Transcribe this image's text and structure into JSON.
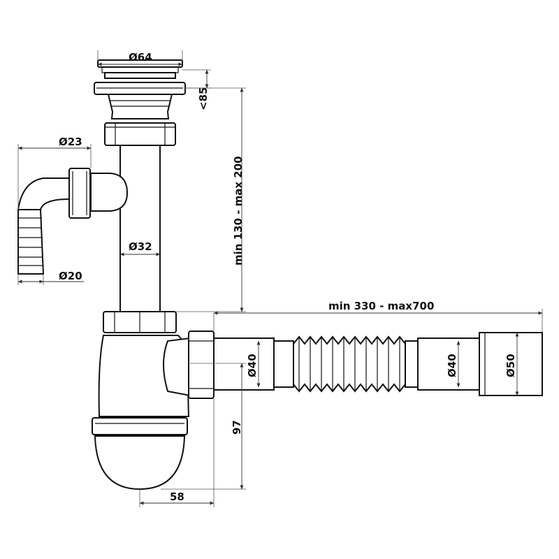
{
  "dimensions": {
    "outlet_diameter": "Ø64",
    "outlet_height": "<85",
    "hose_nozzle_diameter": "Ø23",
    "hose_end_diameter": "Ø20",
    "tube_diameter": "Ø32",
    "height_range": "min 130 - max 200",
    "length_range": "min 330 - max700",
    "connector_diameter": "Ø40",
    "corrugated_end_diameter": "Ø40",
    "outlet_pipe_diameter": "Ø50",
    "trap_height": "97",
    "trap_offset": "58"
  },
  "colors": {
    "line": "#111111",
    "dimension": "#333333",
    "background": "#ffffff"
  }
}
